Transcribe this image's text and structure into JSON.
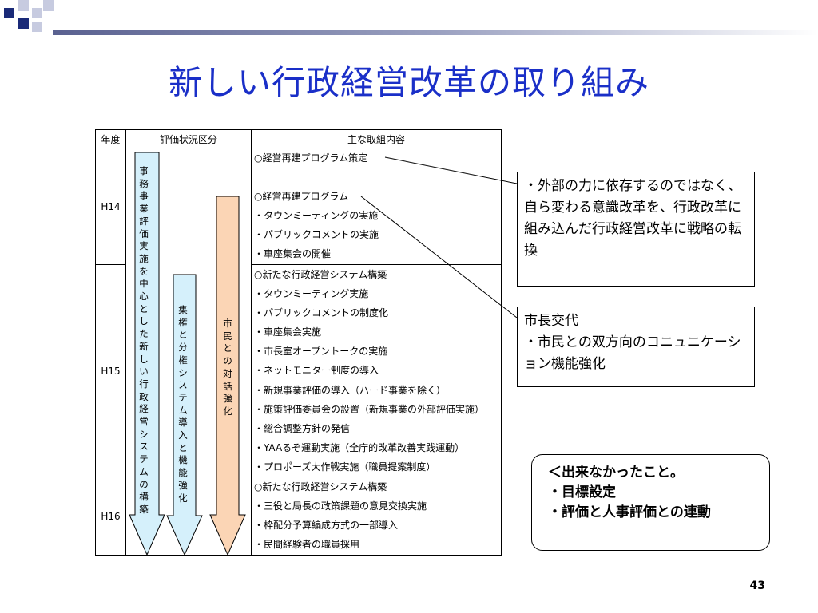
{
  "title": "新しい行政経営改革の取り組み",
  "table": {
    "headers": [
      "年度",
      "評価状況区分",
      "主な取組内容"
    ],
    "rows": [
      {
        "year": "H14",
        "items": [
          "○経営再建プログラム策定",
          "",
          "○経営再建プログラム",
          "・タウンミーティングの実施",
          "・パブリックコメントの実施",
          "・車座集会の開催"
        ]
      },
      {
        "year": "H15",
        "items": [
          "○新たな行政経営システム構築",
          "・タウンミーティング実施",
          "・パブリックコメントの制度化",
          "・車座集会実施",
          "・市長室オープントークの実施",
          "・ネットモニター制度の導入",
          "・新規事業評価の導入（ハード事業を除く）",
          "・施策評価委員会の設置（新規事業の外部評価実施）",
          "・総合調整方針の発信",
          "・YAAるぞ運動実施（全庁的改革改善実践運動）",
          "・プロポーズ大作戦実施（職員提案制度）"
        ]
      },
      {
        "year": "H16",
        "items": [
          "○新たな行政経営システム構築",
          "・三役と局長の政策課題の意見交換実施",
          "・枠配分予算編成方式の一部導入",
          "・民間経験者の職員採用"
        ]
      }
    ]
  },
  "arrows": {
    "jimu": {
      "label": "事務事業評価実施を中心とした新しい行政経営システムの構築",
      "color": "#d5f0fb"
    },
    "shuken": {
      "label": "集権と分権システム導入と機能強化",
      "color": "#d5f0fb"
    },
    "shimin": {
      "label": "市民との対話強化",
      "color": "#fbd5b5"
    }
  },
  "callouts": {
    "box1": "・外部の力に依存するのではなく、自ら変わる意識改革を、行政改革に組み込んだ行政経営改革に戦略の転換",
    "box2": [
      "市長交代",
      "・市民との双方向のコニュニケーション機能強化"
    ],
    "box3": [
      "＜出来なかったこと。",
      "・目標設定",
      "・評価と人事評価との連動"
    ]
  },
  "page_number": "43"
}
